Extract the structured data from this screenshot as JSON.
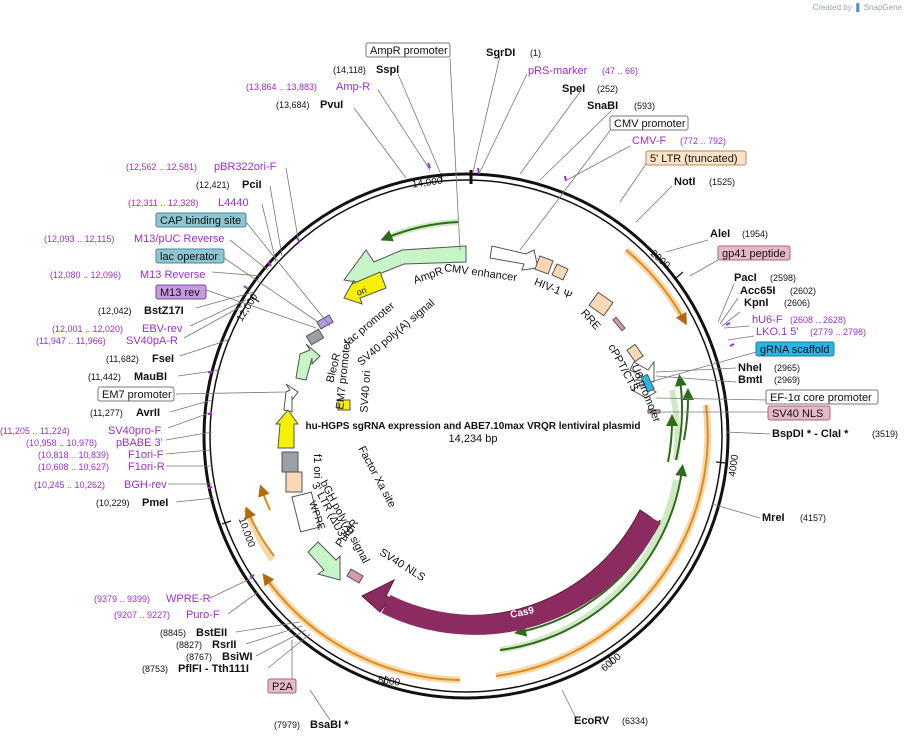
{
  "credit": {
    "prefix": "Created by",
    "brand": "SnapGene"
  },
  "center": {
    "title": "hu-HGPS sgRNA expression and ABE7.10max VRQR lentiviral plasmid",
    "size": "14,234 bp"
  },
  "ticks": [
    "14,000",
    "2000",
    "4000",
    "6000",
    "8000",
    "10,000",
    "12,000"
  ],
  "colors": {
    "bkg": "#ffffff",
    "purple": "#9b2fc8",
    "cas9": "#8c2b5f",
    "orange": "#e8963a",
    "green": "#3f9a2a",
    "yellow": "#f7f000",
    "box_gray": "#9aa0a6"
  },
  "right_labels": [
    {
      "name": "SgrDI",
      "pos": "(1)"
    },
    {
      "name": "pRS-marker",
      "pos": "(47 .. 66)"
    },
    {
      "name": "SpeI",
      "pos": "(252)"
    },
    {
      "name": "SnaBI",
      "pos": "(593)"
    },
    {
      "name": "CMV promoter",
      "pos": ""
    },
    {
      "name": "CMV-F",
      "pos": "(772 .. 792)"
    },
    {
      "name": "5' LTR (truncated)",
      "pos": ""
    },
    {
      "name": "NotI",
      "pos": "(1525)"
    },
    {
      "name": "AleI",
      "pos": "(1954)"
    },
    {
      "name": "gp41 peptide",
      "pos": ""
    },
    {
      "name": "PacI",
      "pos": "(2598)"
    },
    {
      "name": "Acc65I",
      "pos": "(2602)"
    },
    {
      "name": "KpnI",
      "pos": "(2606)"
    },
    {
      "name": "hU6-F",
      "pos": "(2608 .. 2628)"
    },
    {
      "name": "LKO.1 5'",
      "pos": "(2779 .. 2798)"
    },
    {
      "name": "gRNA scaffold",
      "pos": ""
    },
    {
      "name": "NheI",
      "pos": "(2965)"
    },
    {
      "name": "BmtI",
      "pos": "(2969)"
    },
    {
      "name": "EF-1α core promoter",
      "pos": ""
    },
    {
      "name": "SV40 NLS",
      "pos": ""
    },
    {
      "name": "BspDI * - ClaI *",
      "pos": "(3519)"
    },
    {
      "name": "MreI",
      "pos": "(4157)"
    },
    {
      "name": "EcoRV",
      "pos": "(6334)"
    }
  ],
  "left_labels": [
    {
      "name": "AmpR promoter",
      "pos": ""
    },
    {
      "name": "SspI",
      "pos": "(14,118)"
    },
    {
      "name": "Amp-R",
      "pos": "(13,864 .. 13,883)"
    },
    {
      "name": "PvuI",
      "pos": "(13,684)"
    },
    {
      "name": "pBR322ori-F",
      "pos": "(12,562 .. 12,581)"
    },
    {
      "name": "PciI",
      "pos": "(12,421)"
    },
    {
      "name": "L4440",
      "pos": "(12,311 .. 12,328)"
    },
    {
      "name": "CAP binding site",
      "pos": ""
    },
    {
      "name": "M13/pUC Reverse",
      "pos": "(12,093 .. 12,115)"
    },
    {
      "name": "lac operator",
      "pos": ""
    },
    {
      "name": "M13 Reverse",
      "pos": "(12,080 .. 12,096)"
    },
    {
      "name": "M13 rev",
      "pos": ""
    },
    {
      "name": "BstZ17I",
      "pos": "(12,042)"
    },
    {
      "name": "EBV-rev",
      "pos": "(12,001 .. 12,020)"
    },
    {
      "name": "SV40pA-R",
      "pos": "(11,947 .. 11,966)"
    },
    {
      "name": "FseI",
      "pos": "(11,682)"
    },
    {
      "name": "MauBI",
      "pos": "(11,442)"
    },
    {
      "name": "EM7 promoter",
      "pos": ""
    },
    {
      "name": "AvrII",
      "pos": "(11,277)"
    },
    {
      "name": "SV40pro-F",
      "pos": "(11,205 .. 11,224)"
    },
    {
      "name": "pBABE 3'",
      "pos": "(10,958 .. 10,978)"
    },
    {
      "name": "F1ori-F",
      "pos": "(10,818 .. 10,839)"
    },
    {
      "name": "F1ori-R",
      "pos": "(10,608 .. 10,627)"
    },
    {
      "name": "BGH-rev",
      "pos": "(10,245 .. 10,262)"
    },
    {
      "name": "PmeI",
      "pos": "(10,229)"
    },
    {
      "name": "WPRE-R",
      "pos": "(9379 .. 9399)"
    },
    {
      "name": "Puro-F",
      "pos": "(9207 .. 9227)"
    },
    {
      "name": "BstEII",
      "pos": "(8845)"
    },
    {
      "name": "RsrII",
      "pos": "(8827)"
    },
    {
      "name": "BsiWI",
      "pos": "(8767)"
    },
    {
      "name": "PflFI - Tth111I",
      "pos": "(8753)"
    },
    {
      "name": "P2A",
      "pos": ""
    },
    {
      "name": "BsaBI *",
      "pos": "(7979)"
    }
  ],
  "inner_labels": [
    "CMV enhancer",
    "AmpR",
    "ori",
    "SV40 poly(A) signal",
    "lac promoter",
    "HIV-1 Ψ",
    "RRE",
    "cPPT/CTS",
    "U6 promoter",
    "BleoR",
    "EM7 promoter",
    "SV40 ori",
    "f1 ori",
    "Factor Xa site",
    "bGH poly(A) signal",
    "3' LTR (ΔU3)",
    "WPRE",
    "PuroR",
    "SV40 NLS",
    "Cas9"
  ]
}
